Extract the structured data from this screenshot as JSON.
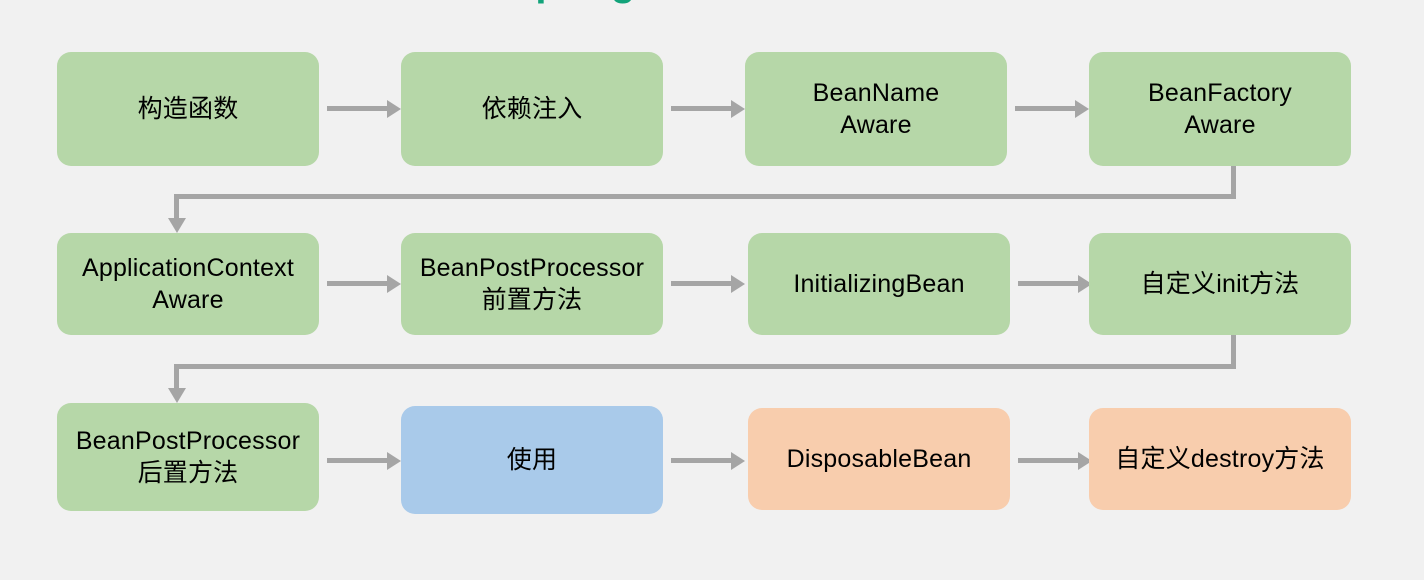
{
  "page": {
    "title_partial": "Spring Bean 生命周期",
    "background_color": "#f1f1f1"
  },
  "palette": {
    "green": "#b6d7a8",
    "blue": "#a9caea",
    "orange": "#f8cdad",
    "connector": "#a5a5a5",
    "title_color": "#12a37a",
    "text_color": "#000000"
  },
  "diagram": {
    "type": "flowchart",
    "rows": [
      {
        "row_index": 0,
        "nodes": [
          {
            "id": "constructor",
            "line1": "构造函数",
            "line2": "",
            "color": "green"
          },
          {
            "id": "dependency-injection",
            "line1": "依赖注入",
            "line2": "",
            "color": "green"
          },
          {
            "id": "bean-name-aware",
            "line1": "BeanName",
            "line2": "Aware",
            "color": "green"
          },
          {
            "id": "bean-factory-aware",
            "line1": "BeanFactory",
            "line2": "Aware",
            "color": "green"
          }
        ]
      },
      {
        "row_index": 1,
        "nodes": [
          {
            "id": "application-context-aware",
            "line1": "ApplicationContext",
            "line2": "Aware",
            "color": "green"
          },
          {
            "id": "bpp-before",
            "line1": "BeanPostProcessor",
            "line2": "前置方法",
            "color": "green"
          },
          {
            "id": "initializing-bean",
            "line1": "InitializingBean",
            "line2": "",
            "color": "green"
          },
          {
            "id": "custom-init",
            "line1": "自定义init方法",
            "line2": "",
            "color": "green"
          }
        ]
      },
      {
        "row_index": 2,
        "nodes": [
          {
            "id": "bpp-after",
            "line1": "BeanPostProcessor",
            "line2": "后置方法",
            "color": "green"
          },
          {
            "id": "in-use",
            "line1": "使用",
            "line2": "",
            "color": "blue"
          },
          {
            "id": "disposable-bean",
            "line1": "DisposableBean",
            "line2": "",
            "color": "orange"
          },
          {
            "id": "custom-destroy",
            "line1": "自定义destroy方法",
            "line2": "",
            "color": "orange"
          }
        ]
      }
    ],
    "connectors": [
      {
        "id": "c1",
        "kind": "arrow-right",
        "from": "constructor",
        "to": "dependency-injection"
      },
      {
        "id": "c2",
        "kind": "arrow-right",
        "from": "dependency-injection",
        "to": "bean-name-aware"
      },
      {
        "id": "c3",
        "kind": "arrow-right",
        "from": "bean-name-aware",
        "to": "bean-factory-aware"
      },
      {
        "id": "c4",
        "kind": "wrap-down",
        "from": "bean-factory-aware",
        "to": "application-context-aware"
      },
      {
        "id": "c5",
        "kind": "arrow-right",
        "from": "application-context-aware",
        "to": "bpp-before"
      },
      {
        "id": "c6",
        "kind": "arrow-right",
        "from": "bpp-before",
        "to": "initializing-bean"
      },
      {
        "id": "c7",
        "kind": "arrow-right",
        "from": "initializing-bean",
        "to": "custom-init"
      },
      {
        "id": "c8",
        "kind": "wrap-down",
        "from": "custom-init",
        "to": "bpp-after"
      },
      {
        "id": "c9",
        "kind": "arrow-right",
        "from": "bpp-after",
        "to": "in-use"
      },
      {
        "id": "c10",
        "kind": "arrow-right",
        "from": "in-use",
        "to": "disposable-bean"
      },
      {
        "id": "c11",
        "kind": "arrow-right",
        "from": "disposable-bean",
        "to": "custom-destroy"
      }
    ]
  }
}
